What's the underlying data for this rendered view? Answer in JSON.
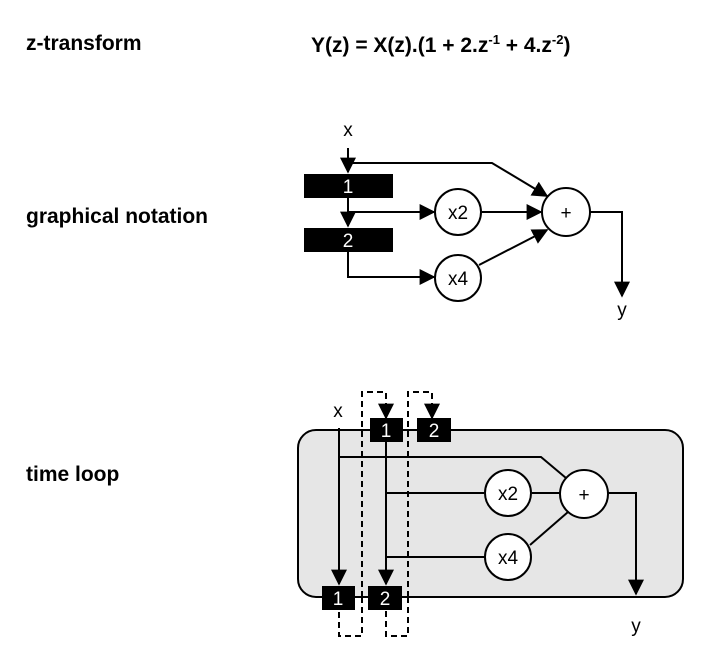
{
  "labels": {
    "ztransform": "z-transform",
    "graphical": "graphical notation",
    "timeloop": "time loop"
  },
  "equation": {
    "lhs": "Y(z) = X(z).(1 + 2.z",
    "exp1": "-1",
    "mid": " + 4.z",
    "exp2": "-2",
    "end": ")"
  },
  "graph": {
    "x": "x",
    "y": "y",
    "reg1": "1",
    "reg2": "2",
    "mul2": "x2",
    "mul4": "x4",
    "add": "+"
  },
  "loop": {
    "x": "x",
    "y": "y",
    "top_reg1": "1",
    "top_reg2": "2",
    "bot_reg1": "1",
    "bot_reg2": "2",
    "mul2": "x2",
    "mul4": "x4",
    "add": "+"
  },
  "colors": {
    "loop_fill": "#e6e6e6",
    "register_fill": "#000000",
    "line": "#000000"
  }
}
